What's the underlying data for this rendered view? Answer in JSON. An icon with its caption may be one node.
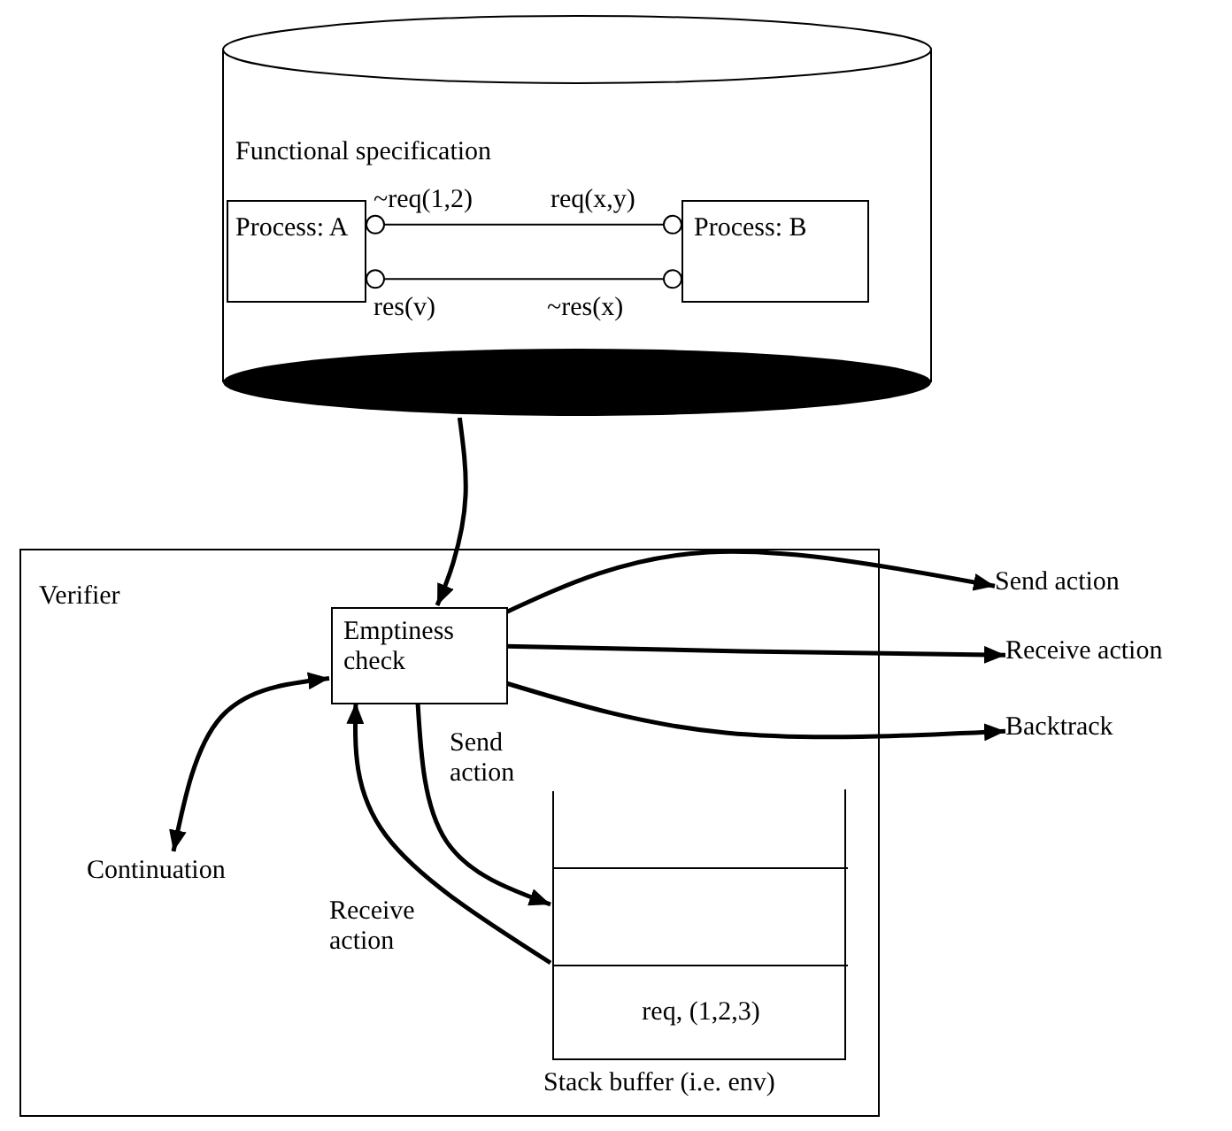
{
  "diagram": {
    "nodes": [
      {
        "text": [
          "Functional specification"
        ]
      },
      {
        "text": [
          "Process: A"
        ],
        "in": 0
      },
      {
        "text": [
          "Process: B"
        ],
        "in": 0
      },
      {
        "text": [
          "Verifier"
        ]
      },
      {
        "text": [
          "Emptiness check"
        ],
        "in": 3
      },
      {
        "text": [
          "Send action"
        ]
      },
      {
        "text": [
          "Receive action"
        ]
      },
      {
        "text": [
          "Backtrack"
        ]
      },
      {
        "text": [
          "Continuation"
        ],
        "in": 3
      },
      {
        "text": [],
        "shape": "box",
        "in": 3,
        "beside": [
          "Stack buffer (i.e. env)"
        ]
      },
      {
        "text": [],
        "shape": "box",
        "in": 9
      },
      {
        "text": [
          "req, (1,2,3)"
        ],
        "in": 9
      }
    ],
    "edges": [
      {
        "from": 1,
        "to": 2,
        "arrow": "other"
      },
      {
        "from": 1,
        "to": 2,
        "arrow": "other"
      },
      {
        "from": 0,
        "to": 4,
        "arrow": "to"
      },
      {
        "from": 4,
        "to": 5,
        "arrow": "to"
      },
      {
        "from": 4,
        "to": 6,
        "arrow": "to"
      },
      {
        "from": 4,
        "to": 7,
        "arrow": "to"
      },
      {
        "from": 4,
        "to": 8,
        "arrow": "both"
      },
      {
        "from": 4,
        "to": 10,
        "arrow": "to",
        "label": "Send action"
      },
      {
        "from": 10,
        "to": 4,
        "arrow": "to",
        "label": "Receive action"
      }
    ],
    "labels": [
      "~req(1,2)",
      "req(x,y)",
      "res(v)",
      "~res(x)"
    ]
  }
}
